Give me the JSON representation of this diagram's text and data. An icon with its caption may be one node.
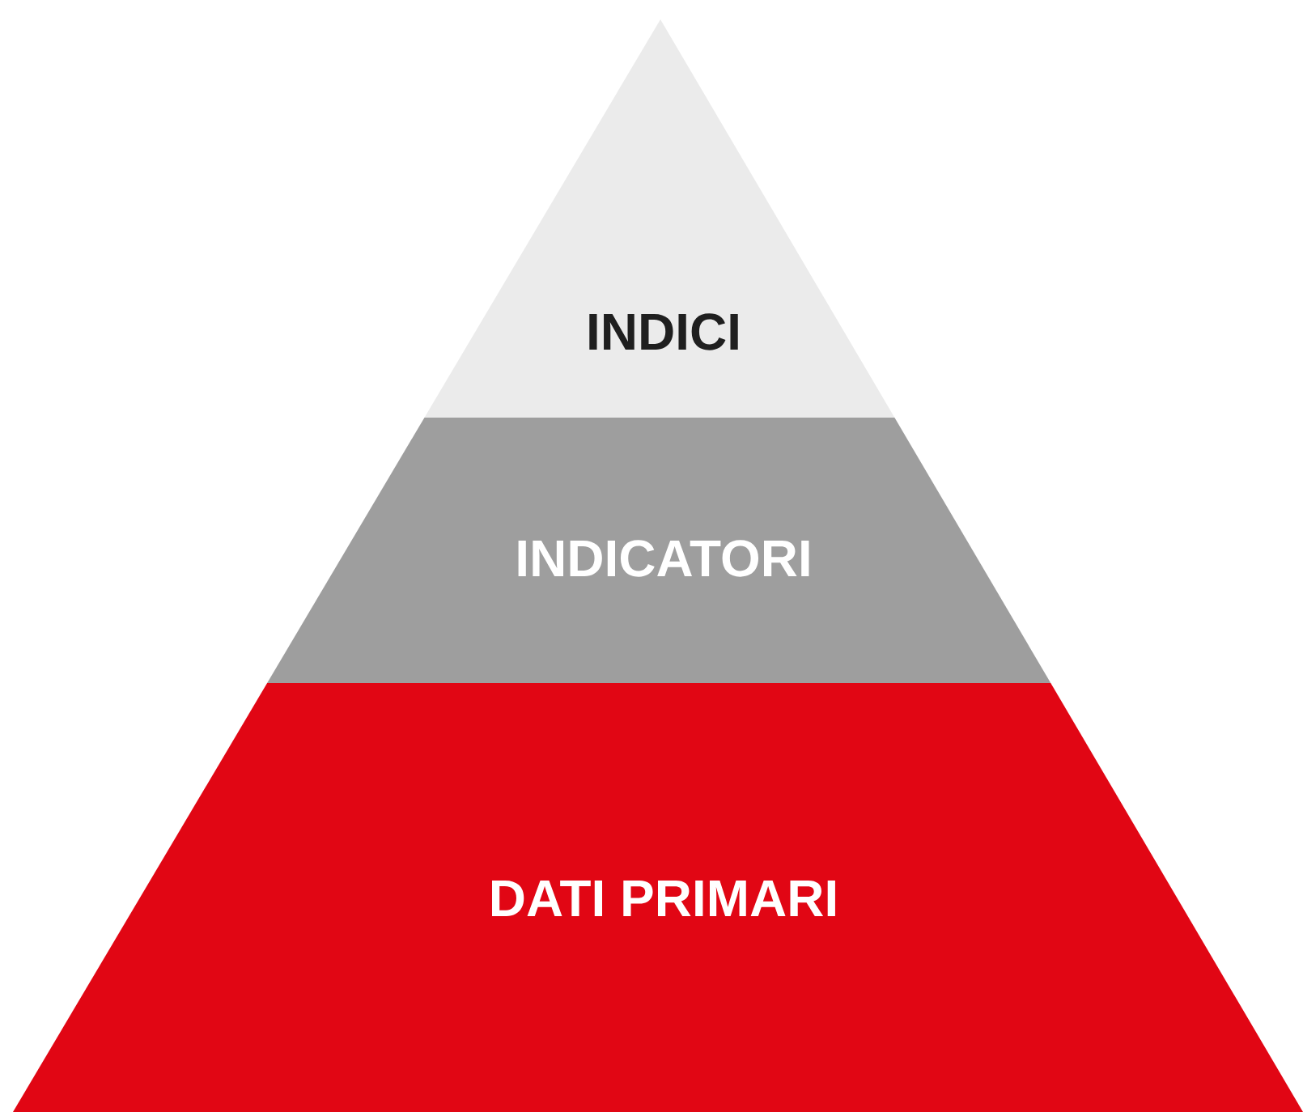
{
  "diagram": {
    "nodes": [
      {
        "text": [
          "INDICI"
        ]
      },
      {
        "text": [
          "INDICATORI"
        ]
      },
      {
        "text": [
          "DATI PRIMARI"
        ]
      }
    ]
  }
}
